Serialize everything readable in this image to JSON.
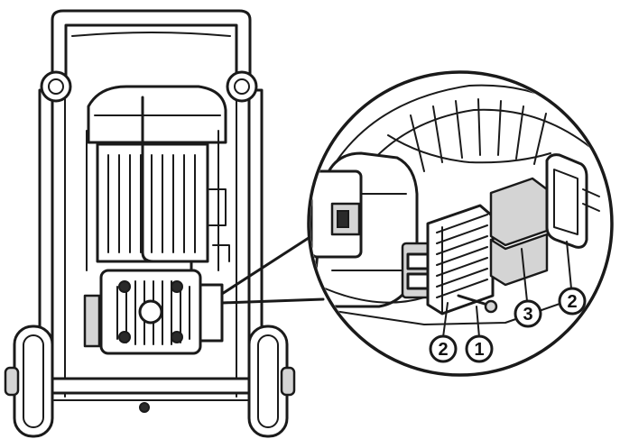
{
  "callouts": [
    {
      "id": "c1",
      "label": "2"
    },
    {
      "id": "c2",
      "label": "1"
    },
    {
      "id": "c3",
      "label": "3"
    },
    {
      "id": "c4",
      "label": "2"
    }
  ]
}
